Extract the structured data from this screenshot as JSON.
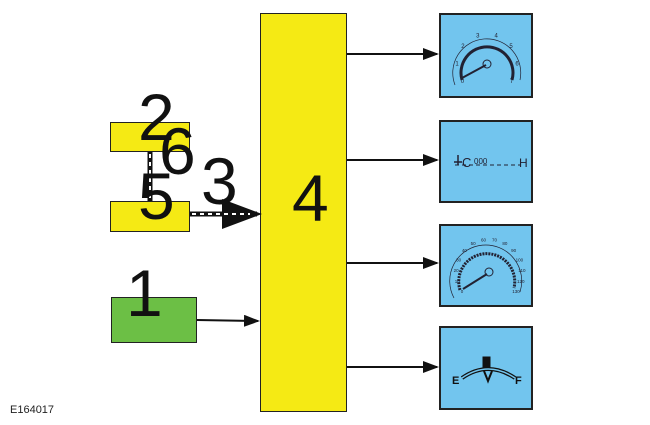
{
  "labels": {
    "n1": "1",
    "n2": "2",
    "n3": "3",
    "n4": "4",
    "n5": "5",
    "n6": "6"
  },
  "figure_code": "E164017",
  "tachometer": {
    "ticks": [
      "0",
      "1",
      "2",
      "3",
      "4",
      "5",
      "6",
      "7"
    ]
  },
  "temperature_display": {
    "cold": "C",
    "hot": "H",
    "digits": "000"
  },
  "speedometer": {
    "ticks": [
      "0",
      "10",
      "20",
      "30",
      "40",
      "50",
      "60",
      "70",
      "80",
      "90",
      "100",
      "110",
      "120",
      "130"
    ]
  },
  "fuel_gauge": {
    "empty": "E",
    "full": "F",
    "icon": "fuel-pump-icon"
  },
  "colors": {
    "module": "#f5ea14",
    "input": "#6cbf45",
    "display": "#72c5ee"
  }
}
